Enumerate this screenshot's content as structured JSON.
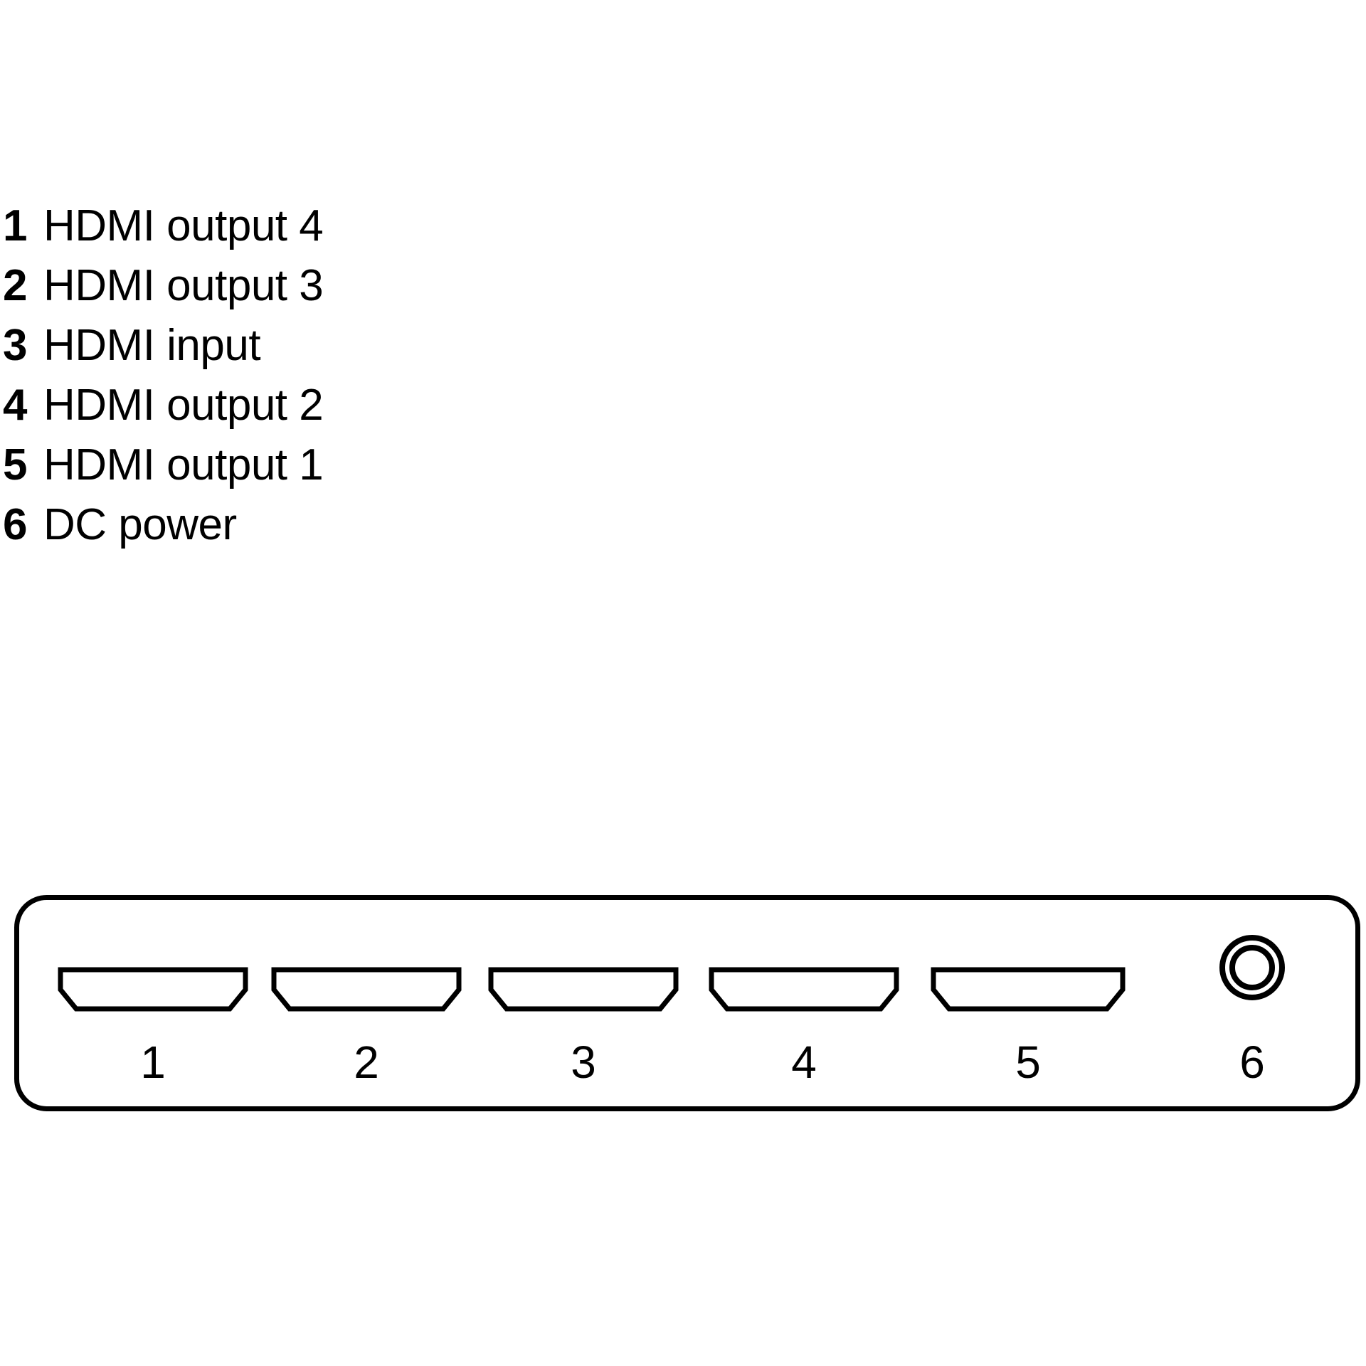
{
  "legend": {
    "items": [
      {
        "number": "1",
        "label": "HDMI output 4"
      },
      {
        "number": "2",
        "label": "HDMI output 3"
      },
      {
        "number": "3",
        "label": "HDMI input"
      },
      {
        "number": "4",
        "label": "HDMI output 2"
      },
      {
        "number": "5",
        "label": "HDMI output 1"
      },
      {
        "number": "6",
        "label": "DC power"
      }
    ]
  },
  "device": {
    "chassis_color": "#000000",
    "background_color": "#ffffff",
    "ports": [
      {
        "number": "1",
        "type": "hdmi-port"
      },
      {
        "number": "2",
        "type": "hdmi-port"
      },
      {
        "number": "3",
        "type": "hdmi-port"
      },
      {
        "number": "4",
        "type": "hdmi-port"
      },
      {
        "number": "5",
        "type": "hdmi-port"
      },
      {
        "number": "6",
        "type": "dc-power-jack"
      }
    ]
  }
}
